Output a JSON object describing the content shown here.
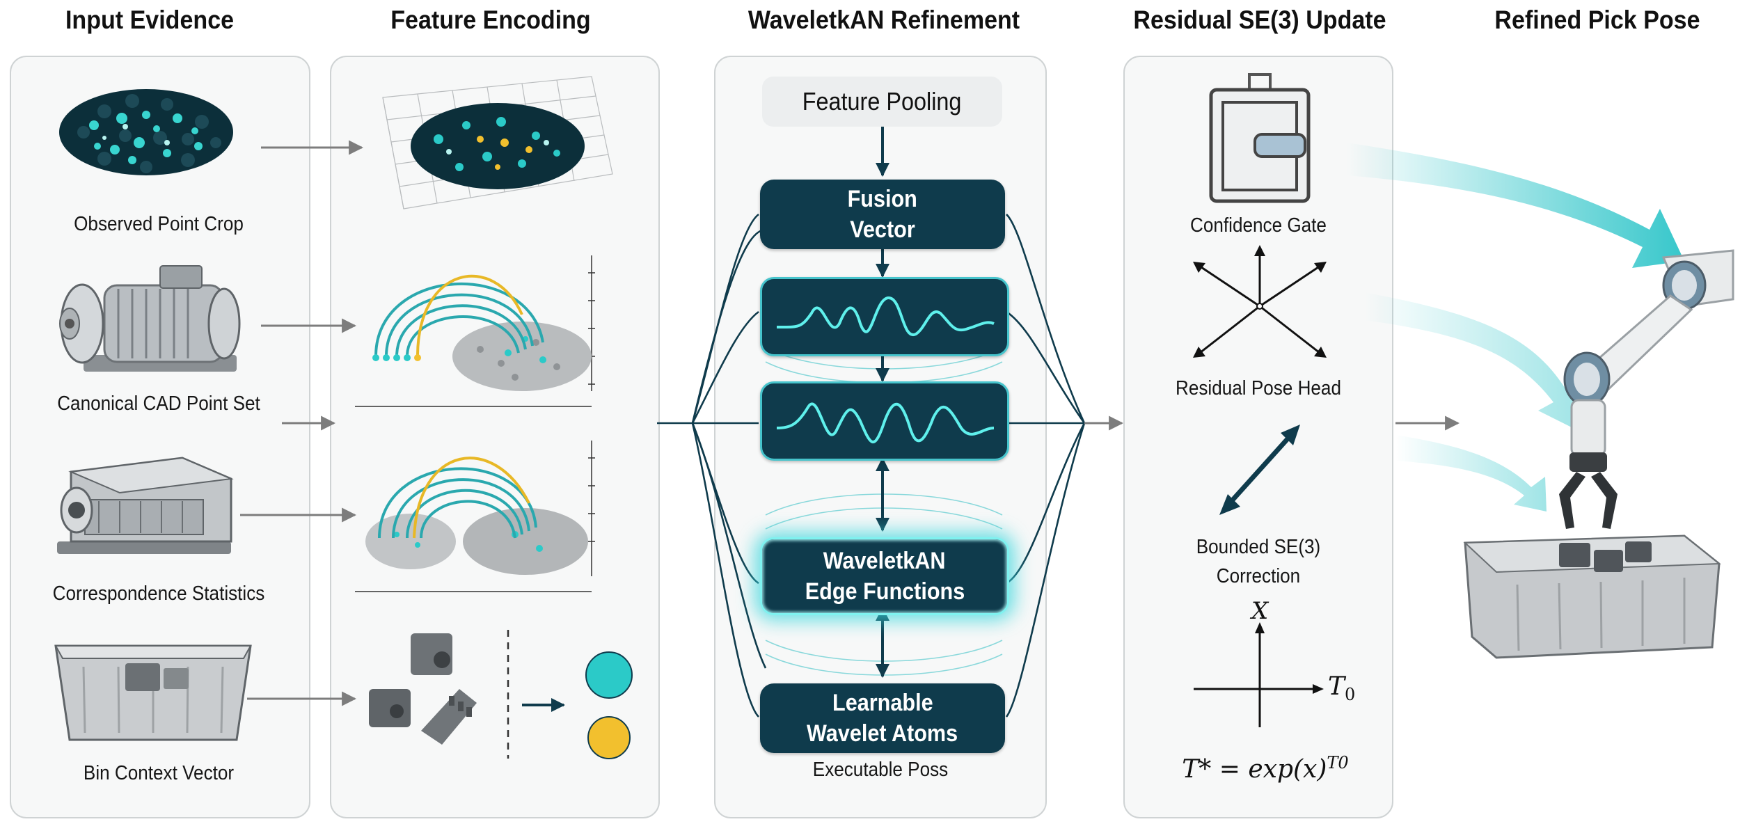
{
  "columns": {
    "input_evidence": "Input Evidence",
    "feature_encoding": "Feature Encoding",
    "waveletkan_refinement": "WaveletkAN Refinement",
    "residual_update": "Residual SE(3) Update",
    "refined_pick_pose": "Refined Pick Pose"
  },
  "inputs": [
    "Observed Point Crop",
    "Canonical CAD Point Set",
    "Correspondence Statistics",
    "Bin Context Vector"
  ],
  "refinement": {
    "pooling": "Feature Pooling",
    "fusion_line1": "Fusion",
    "fusion_line2": "Vector",
    "edge_line1": "WaveletkAN",
    "edge_line2": "Edge Functions",
    "atoms_line1": "Learnable",
    "atoms_line2": "Wavelet Atoms",
    "footer": "Executable Poss"
  },
  "update": {
    "confidence_gate": "Confidence Gate",
    "residual_head": "Residual Pose Head",
    "bounded_line1": "Bounded SE(3)",
    "bounded_line2": "Correction",
    "axis_x": "X",
    "axis_t0": "T",
    "axis_t0_sub": "0",
    "formula_lhs": "T* = exp(x)",
    "formula_sup": "T0"
  },
  "colors": {
    "navy": "#0f3b4c",
    "teal": "#2cc4c8",
    "yellow": "#f2c02e",
    "arrow_grey": "#7d7d7d"
  }
}
